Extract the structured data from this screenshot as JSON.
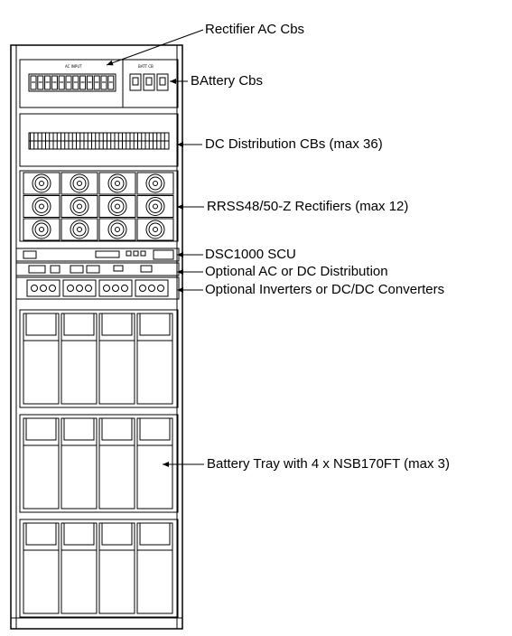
{
  "callouts": {
    "rectifier_ac_cbs": "Rectifier AC Cbs",
    "battery_cbs": "BAttery Cbs",
    "dc_distribution": "DC Distribution CBs (max 36)",
    "rectifiers": "RRSS48/50-Z Rectifiers (max 12)",
    "scu": "DSC1000 SCU",
    "optional_distribution": "Optional AC or DC Distribution",
    "optional_inverters": "Optional Inverters or DC/DC Converters",
    "battery_tray": "Battery Tray with 4 x NSB170FT (max 3)"
  },
  "panel_text": {
    "ac_input": "AC INPUT",
    "batt_cb": "BATT CB"
  },
  "colors": {
    "line": "#000000",
    "background": "#ffffff"
  }
}
